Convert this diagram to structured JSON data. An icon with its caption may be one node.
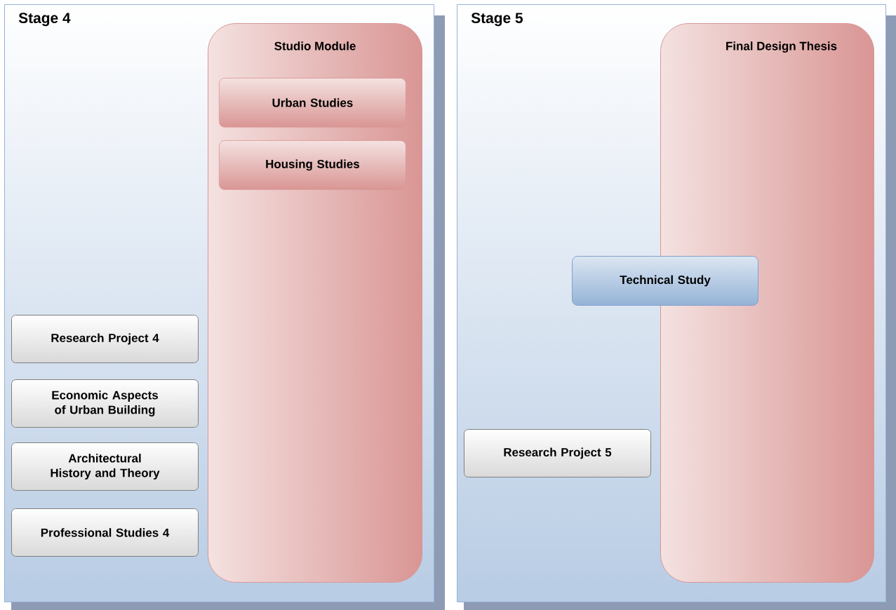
{
  "diagram": {
    "nodes": [
      {
        "text": [
          "Stage 4"
        ]
      },
      {
        "text": [
          "Studio Module"
        ],
        "in": 0
      },
      {
        "text": [
          "Urban Studies"
        ],
        "in": 1
      },
      {
        "text": [
          "Housing Studies"
        ],
        "in": 1
      },
      {
        "text": [
          "Research Project 4"
        ],
        "in": 0
      },
      {
        "text": [
          "Economic Aspects of Urban Building"
        ],
        "in": 0
      },
      {
        "text": [
          "Architectural History and Theory"
        ],
        "in": 0
      },
      {
        "text": [
          "Professional Studies 4"
        ],
        "in": 0
      },
      {
        "text": [
          "Stage 5"
        ]
      },
      {
        "text": [
          "Final Design Thesis"
        ],
        "in": 8
      },
      {
        "text": [
          "Technical Study"
        ],
        "in": 8
      },
      {
        "text": [
          "Research Project 5"
        ],
        "in": 8
      }
    ]
  }
}
